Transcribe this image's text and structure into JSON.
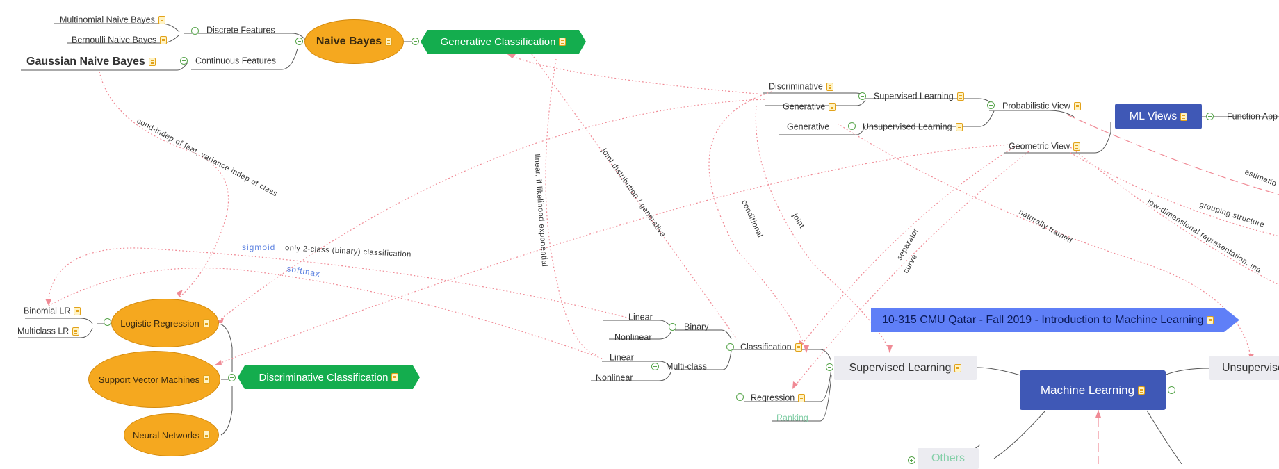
{
  "nodes": {
    "multinomial_nb": "Multinomial Naive Bayes",
    "bernoulli_nb": "Bernoulli Naive Bayes",
    "gaussian_nb": "Gaussian Naive Bayes",
    "discrete_features": "Discrete Features",
    "continuous_features": "Continuous Features",
    "naive_bayes": "Naive Bayes",
    "generative_classification": "Generative Classification",
    "discriminative_1": "Discriminative",
    "generative_1": "Generative",
    "generative_2": "Generative",
    "supervised_learning_1": "Supervised Learning",
    "unsupervised_learning_1": "Unsupervised Learning",
    "probabilistic_view": "Probabilistic View",
    "geometric_view": "Geometric View",
    "ml_views": "ML Views",
    "function_app": "Function App",
    "banner": "10-315 CMU Qatar - Fall 2019 - Introduction to Machine Learning",
    "binomial_lr": "Binomial LR",
    "multiclass_lr": "Multiclass LR",
    "logistic_regression": "Logistic Regression",
    "support_vector_machines": "Support Vector Machines",
    "neural_networks": "Neural Networks",
    "discriminative_classification": "Discriminative Classification",
    "linear_1": "Linear",
    "nonlinear_1": "Nonlinear",
    "binary": "Binary",
    "linear_2": "Linear",
    "nonlinear_2": "Nonlinear",
    "multi_class": "Multi-class",
    "classification": "Classification",
    "regression": "Regression",
    "ranking": "Ranking",
    "supervised_learning_main": "Supervised Learning",
    "machine_learning": "Machine Learning",
    "unsupervised": "Unsupervise",
    "others": "Others"
  },
  "relations": {
    "cond_indep": "cond-indep of feat, variance indep of class",
    "sigmoid": "sigmoid",
    "only_2class": "only 2-class (binary) classification",
    "softmax": "softmax",
    "linear_if_likelihood": "linear, if likelihood exponential",
    "joint_distribution": "joint distribution / generative",
    "conditional": "conditional",
    "joint": "joint",
    "separator": "separator",
    "curve": "curve",
    "naturally_framed": "naturally framed",
    "grouping_structure": "grouping structure",
    "low_dimensional": "low-dimensional representation, ma",
    "estimatio": "estimatio"
  },
  "colors": {
    "orange_node": "#f5a81f",
    "green_node": "#14ad4e",
    "blue_node": "#3f58b6",
    "banner": "#5f7ff7",
    "relation_line": "#f08a95",
    "toggle": "#58a54c"
  },
  "icons": {
    "note": "note-icon",
    "collapse": "collapse-toggle-icon",
    "expand": "expand-toggle-icon"
  }
}
